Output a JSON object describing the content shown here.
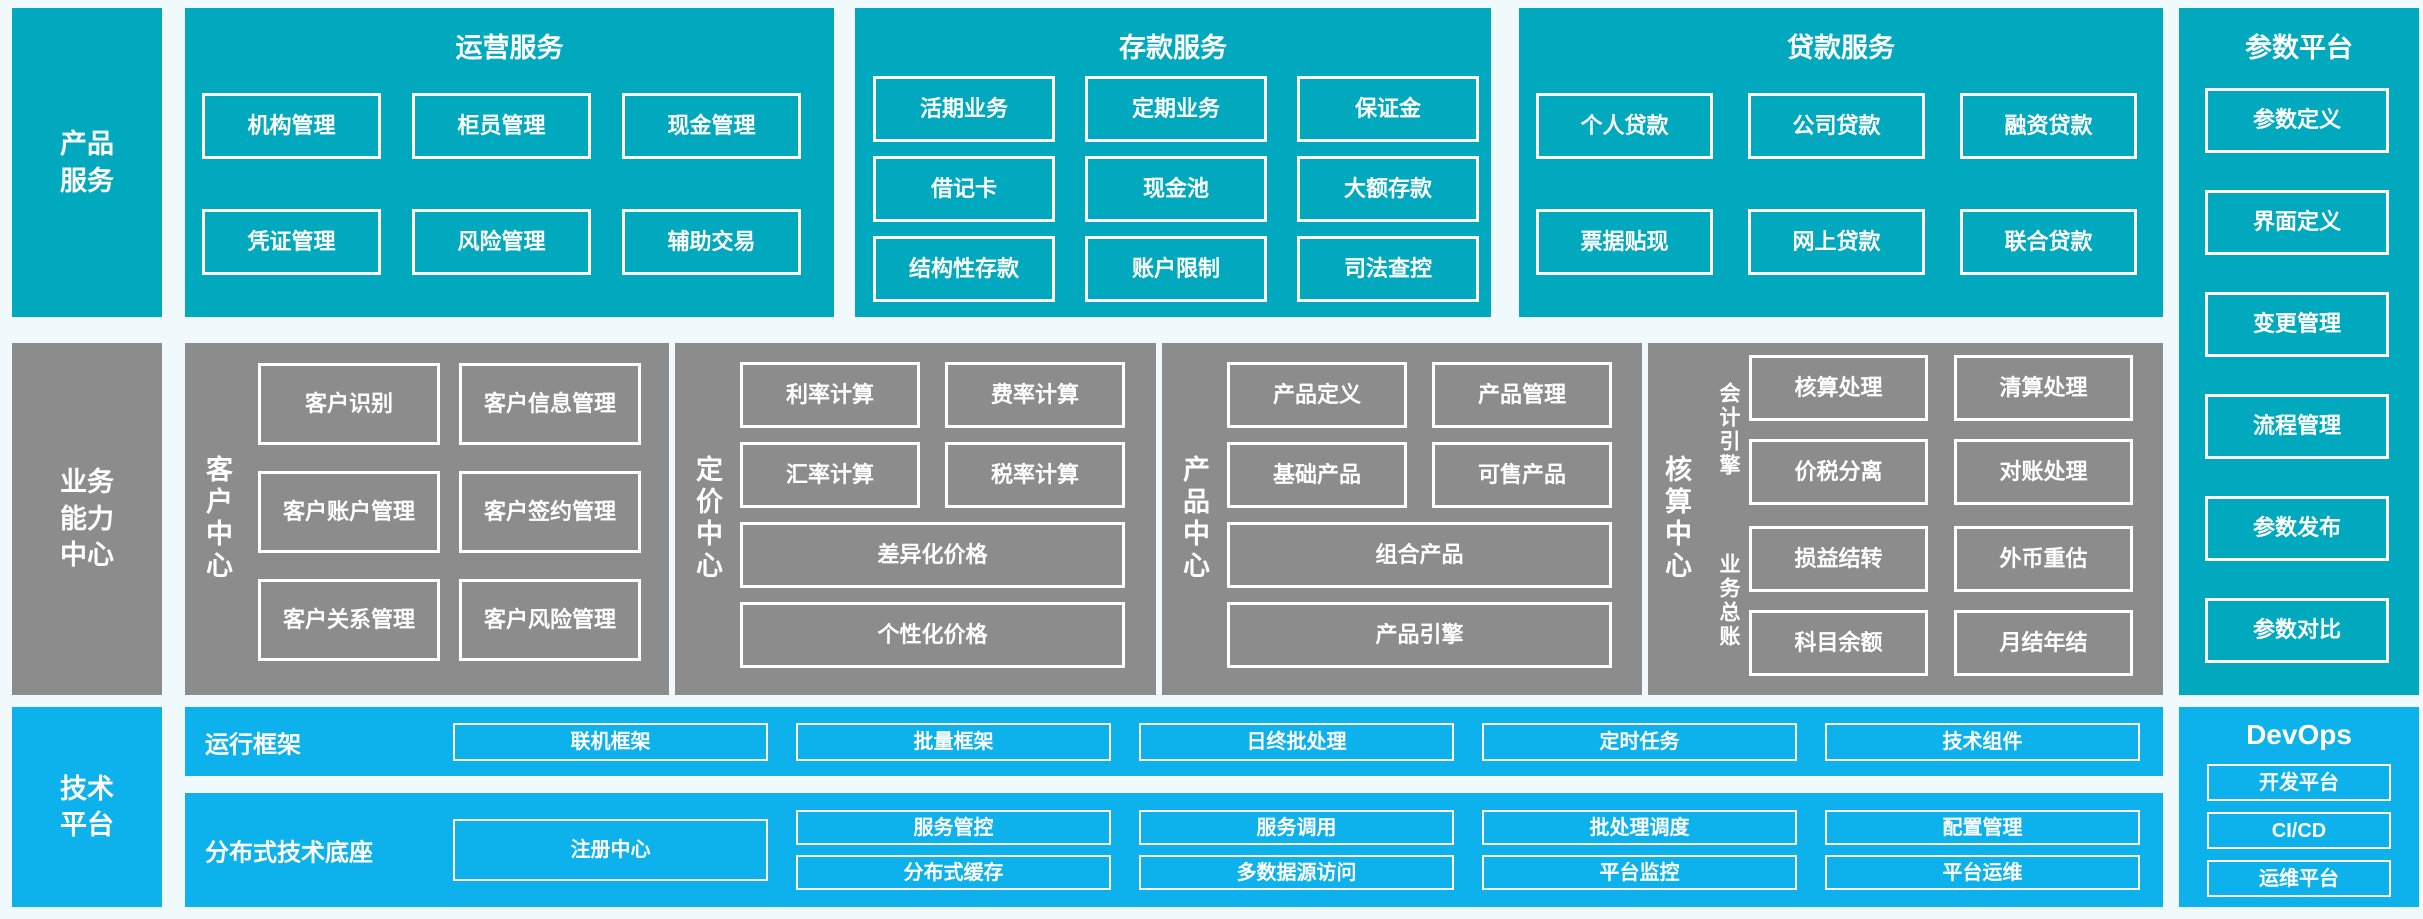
{
  "colors": {
    "teal": "#00a9bd",
    "gray": "#8c8c8c",
    "blue": "#0db1ec",
    "page_bg": "#f0fafc",
    "box_text": "#ffffff"
  },
  "rails": {
    "product": "产品\n服务",
    "business": "业务\n能力\n中心",
    "tech": "技术\n平台"
  },
  "operations": {
    "title": "运营服务",
    "boxes": [
      "机构管理",
      "柜员管理",
      "现金管理",
      "凭证管理",
      "风险管理",
      "辅助交易"
    ]
  },
  "deposit": {
    "title": "存款服务",
    "boxes": [
      "活期业务",
      "定期业务",
      "保证金",
      "借记卡",
      "现金池",
      "大额存款",
      "结构性存款",
      "账户限制",
      "司法查控"
    ]
  },
  "loan": {
    "title": "贷款服务",
    "boxes": [
      "个人贷款",
      "公司贷款",
      "融资贷款",
      "票据贴现",
      "网上贷款",
      "联合贷款"
    ]
  },
  "params": {
    "title": "参数平台",
    "boxes": [
      "参数定义",
      "界面定义",
      "变更管理",
      "流程管理",
      "参数发布",
      "参数对比"
    ]
  },
  "customer": {
    "label": "客户中心",
    "boxes": [
      "客户识别",
      "客户信息管理",
      "客户账户管理",
      "客户签约管理",
      "客户关系管理",
      "客户风险管理"
    ]
  },
  "pricing": {
    "label": "定价中心",
    "small": [
      "利率计算",
      "费率计算",
      "汇率计算",
      "税率计算"
    ],
    "wide": [
      "差异化价格",
      "个性化价格"
    ]
  },
  "product_center": {
    "label": "产品中心",
    "small": [
      "产品定义",
      "产品管理",
      "基础产品",
      "可售产品"
    ],
    "wide": [
      "组合产品",
      "产品引擎"
    ]
  },
  "accounting": {
    "label": "核算中心",
    "groups": [
      {
        "label": "会计引擎",
        "boxes": [
          "核算处理",
          "清算处理",
          "价税分离",
          "对账处理"
        ]
      },
      {
        "label": "业务总账",
        "boxes": [
          "损益结转",
          "外币重估",
          "科目余额",
          "月结年结"
        ]
      }
    ]
  },
  "runtime": {
    "label": "运行框架",
    "boxes": [
      "联机框架",
      "批量框架",
      "日终批处理",
      "定时任务",
      "技术组件"
    ]
  },
  "distributed": {
    "label": "分布式技术底座",
    "registry": "注册中心",
    "columns": [
      [
        "服务管控",
        "分布式缓存"
      ],
      [
        "服务调用",
        "多数据源访问"
      ],
      [
        "批处理调度",
        "平台监控"
      ],
      [
        "配置管理",
        "平台运维"
      ]
    ]
  },
  "devops": {
    "title": "DevOps",
    "boxes": [
      "开发平台",
      "CI/CD",
      "运维平台"
    ]
  }
}
